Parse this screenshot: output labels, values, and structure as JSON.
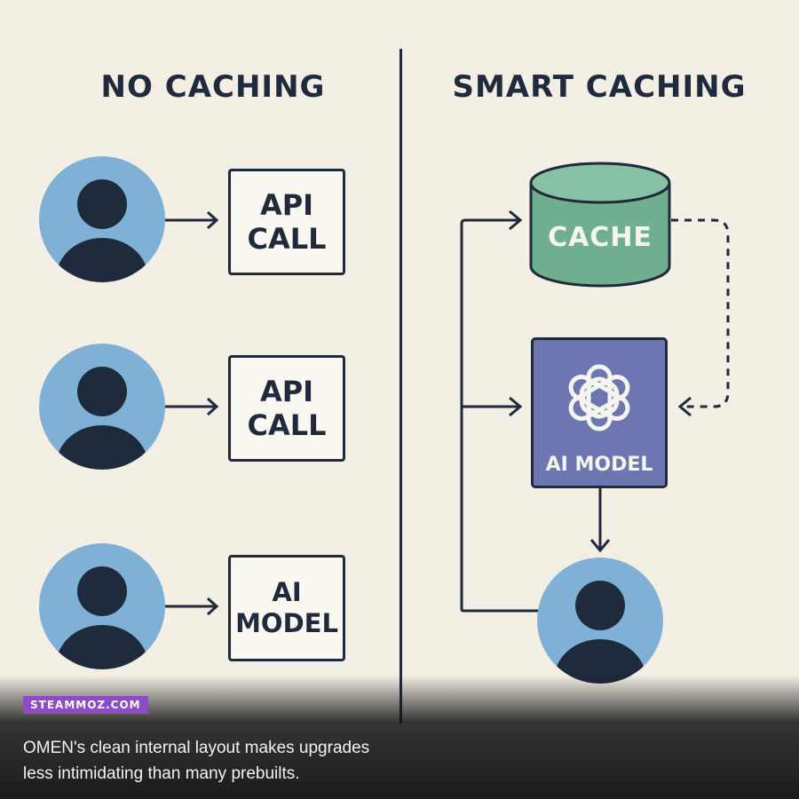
{
  "left": {
    "title": "NO CACHING",
    "rows": [
      {
        "line1": "API",
        "line2": "CALL"
      },
      {
        "line1": "API",
        "line2": "CALL"
      },
      {
        "line1": "AI",
        "line2": "MODEL"
      }
    ]
  },
  "right": {
    "title": "SMART CACHING",
    "cache_label": "CACHE",
    "model_label": "AI MODEL"
  },
  "watermark": "STEAMMOZ.COM",
  "caption": {
    "line1": "OMEN's clean internal layout makes upgrades",
    "line2": "less intimidating than many prebuilts."
  },
  "colors": {
    "background": "#f4efe5",
    "ink": "#1f2a3c",
    "avatar": "#7fb0d6",
    "cache": "#6fae8f",
    "model": "#6d76b0",
    "badge": "#8b4cc4"
  }
}
